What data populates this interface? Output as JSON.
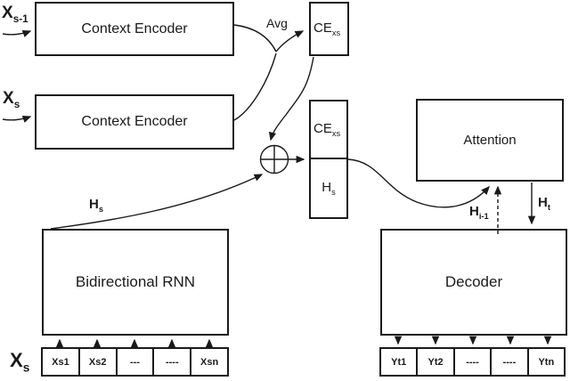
{
  "diagram": {
    "nodes": {
      "context_encoder_1": "Context Encoder",
      "context_encoder_2": "Context Encoder",
      "ce_xs_top": {
        "base": "CE",
        "sub": "xs"
      },
      "ce_xs_mid": {
        "base": "CE",
        "sub": "xs"
      },
      "h_s_cell": {
        "base": "H",
        "sub": "s"
      },
      "attention": "Attention",
      "bidirectional_rnn": "Bidirectional RNN",
      "decoder": "Decoder"
    },
    "labels": {
      "x_s_minus_1": {
        "base": "X",
        "sub": "s-1"
      },
      "x_s_top": {
        "base": "X",
        "sub": "s"
      },
      "x_s_bottom": {
        "base": "X",
        "sub": "s"
      },
      "avg": "Avg",
      "h_s": {
        "base": "H",
        "sub": "s"
      },
      "h_i_minus_1": {
        "base": "H",
        "sub": "i-1"
      },
      "h_t": {
        "base": "H",
        "sub": "t"
      }
    },
    "input_cells": [
      "Xs1",
      "Xs2",
      "---",
      "----",
      "Xsn"
    ],
    "output_cells": [
      "Yt1",
      "Yt2",
      "----",
      "----",
      "Ytn"
    ],
    "colors": {
      "line": "#1a1a1a",
      "background": "#ffffff"
    }
  }
}
